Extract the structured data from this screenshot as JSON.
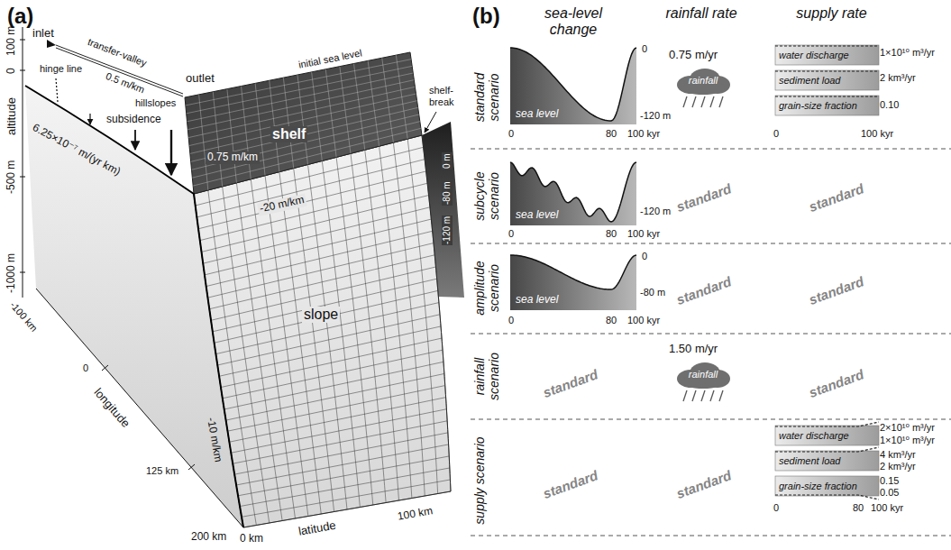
{
  "diagram": {
    "nodes": [
      {
        "text": [
          "sea level"
        ]
      },
      {
        "text": [
          "rainfall"
        ]
      },
      {
        "text": [
          "water discharge"
        ]
      },
      {
        "text": [
          "sediment load"
        ]
      },
      {
        "text": [
          "grain-size fraction"
        ]
      },
      {
        "text": [
          "sea level"
        ]
      },
      {
        "text": [
          "sea level"
        ]
      },
      {
        "text": [
          "rainfall"
        ]
      },
      {
        "text": [
          "water discharge"
        ]
      },
      {
        "text": [
          "sediment load"
        ]
      },
      {
        "text": [
          "grain-size fraction"
        ]
      }
    ],
    "labels": [
      "(a)",
      "inlet",
      "transfer-valley",
      "0.5 m/km",
      "outlet",
      "100 m",
      "0",
      "altitude",
      "-500 m",
      "-1000 m",
      "hillslopes",
      "initial sea level",
      "shelf",
      "hinge line",
      "subsidence",
      "6.25×10⁻⁷ m/(yr km)",
      "0.75 m/km",
      "shelf-break",
      "0 m",
      "-80 m",
      "-120 m",
      "-20 m/km",
      "slope",
      "-10 m/km",
      "-100 km",
      "0",
      "longitude",
      "125 km",
      "200 km",
      "0 km",
      "latitude",
      "100 km",
      "(b)",
      "sea-level change",
      "rainfall rate",
      "supply rate",
      "standard scenario",
      "0",
      "-120 m",
      "0",
      "80",
      "100 kyr",
      "0.75 m/yr",
      "1×10¹⁰ m³/yr",
      "2 km³/yr",
      "0.10",
      "0",
      "100 kyr",
      "subcycle scenario",
      "-120 m",
      "0",
      "80",
      "100 kyr",
      "standard",
      "standard",
      "amplitude scenario",
      "0",
      "-80 m",
      "0",
      "80",
      "100 kyr",
      "standard",
      "standard",
      "rainfall scenario",
      "standard",
      "1.50 m/yr",
      "standard",
      "supply scenario",
      "standard",
      "standard",
      "2×10¹⁰ m³/yr",
      "1×10¹⁰ m³/yr",
      "4 km³/yr",
      "2 km³/yr",
      "0.15",
      "0.05",
      "0",
      "80",
      "100 kyr"
    ]
  }
}
